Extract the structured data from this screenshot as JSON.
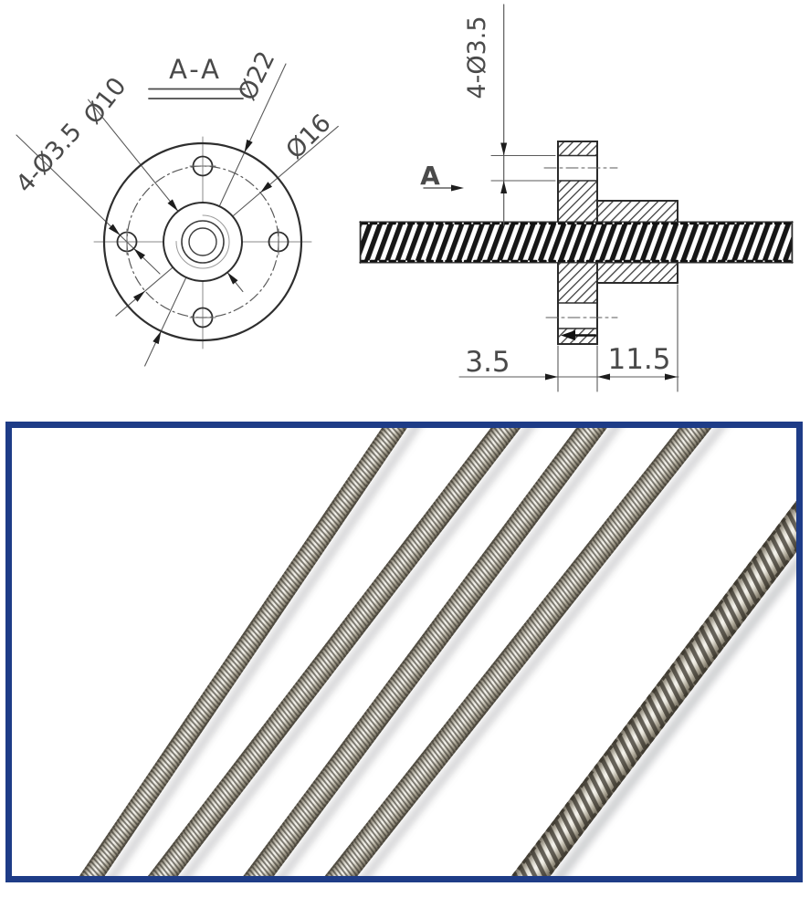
{
  "front_view": {
    "title": "A-A",
    "dia_hub": "Ø10",
    "dia_flange": "Ø22",
    "dia_bolt_circle": "Ø16",
    "holes": "4-Ø3.5"
  },
  "side_view": {
    "holes": "4-Ø3.5",
    "section_label": "A",
    "flange_thickness": "3.5",
    "body_length": "11.5"
  },
  "photo": {
    "rod_count": 5,
    "border_color": "#1e3c87"
  },
  "colors": {
    "outline": "#2e2e2e",
    "thin_line": "#5a5a5a",
    "text": "#4a4a4a",
    "background": "#ffffff"
  }
}
